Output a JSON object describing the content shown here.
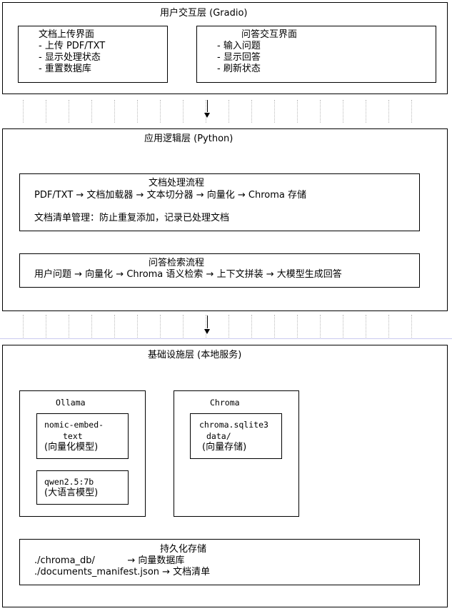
{
  "layers": {
    "ui": {
      "title": "用户交互层 (Gradio)",
      "doc_upload": {
        "title": "文档上传界面",
        "items": [
          "- 上传 PDF/TXT",
          "- 显示处理状态",
          "- 重置数据库"
        ]
      },
      "qa": {
        "title": "问答交互界面",
        "items": [
          "- 输入问题",
          "- 显示回答",
          "- 刷新状态"
        ]
      }
    },
    "app": {
      "title": "应用逻辑层 (Python)",
      "doc_flow": {
        "title": "文档处理流程",
        "line1": "PDF/TXT → 文档加载器 → 文本切分器 → 向量化 → Chroma 存储",
        "line2": "文档清单管理：防止重复添加，记录已处理文档"
      },
      "qa_flow": {
        "title": "问答检索流程",
        "line1": "用户问题 → 向量化 → Chroma 语义检索 → 上下文拼装 → 大模型生成回答"
      }
    },
    "infra": {
      "title": "基础设施层 (本地服务)",
      "ollama": {
        "title": "Ollama",
        "embed_line1": "nomic-embed-",
        "embed_line2": "text",
        "embed_line3": "(向量化模型)",
        "llm_line1": "qwen2.5:7b",
        "llm_line2": "(大语言模型)"
      },
      "chroma": {
        "title": "Chroma",
        "line1": "chroma.sqlite3",
        "line2": "data/",
        "line3": "(向量存储)"
      },
      "storage": {
        "title": "持久化存储",
        "line1": "./chroma_db/           → 向量数据库",
        "line2": "./documents_manifest.json → 文档清单"
      }
    }
  }
}
